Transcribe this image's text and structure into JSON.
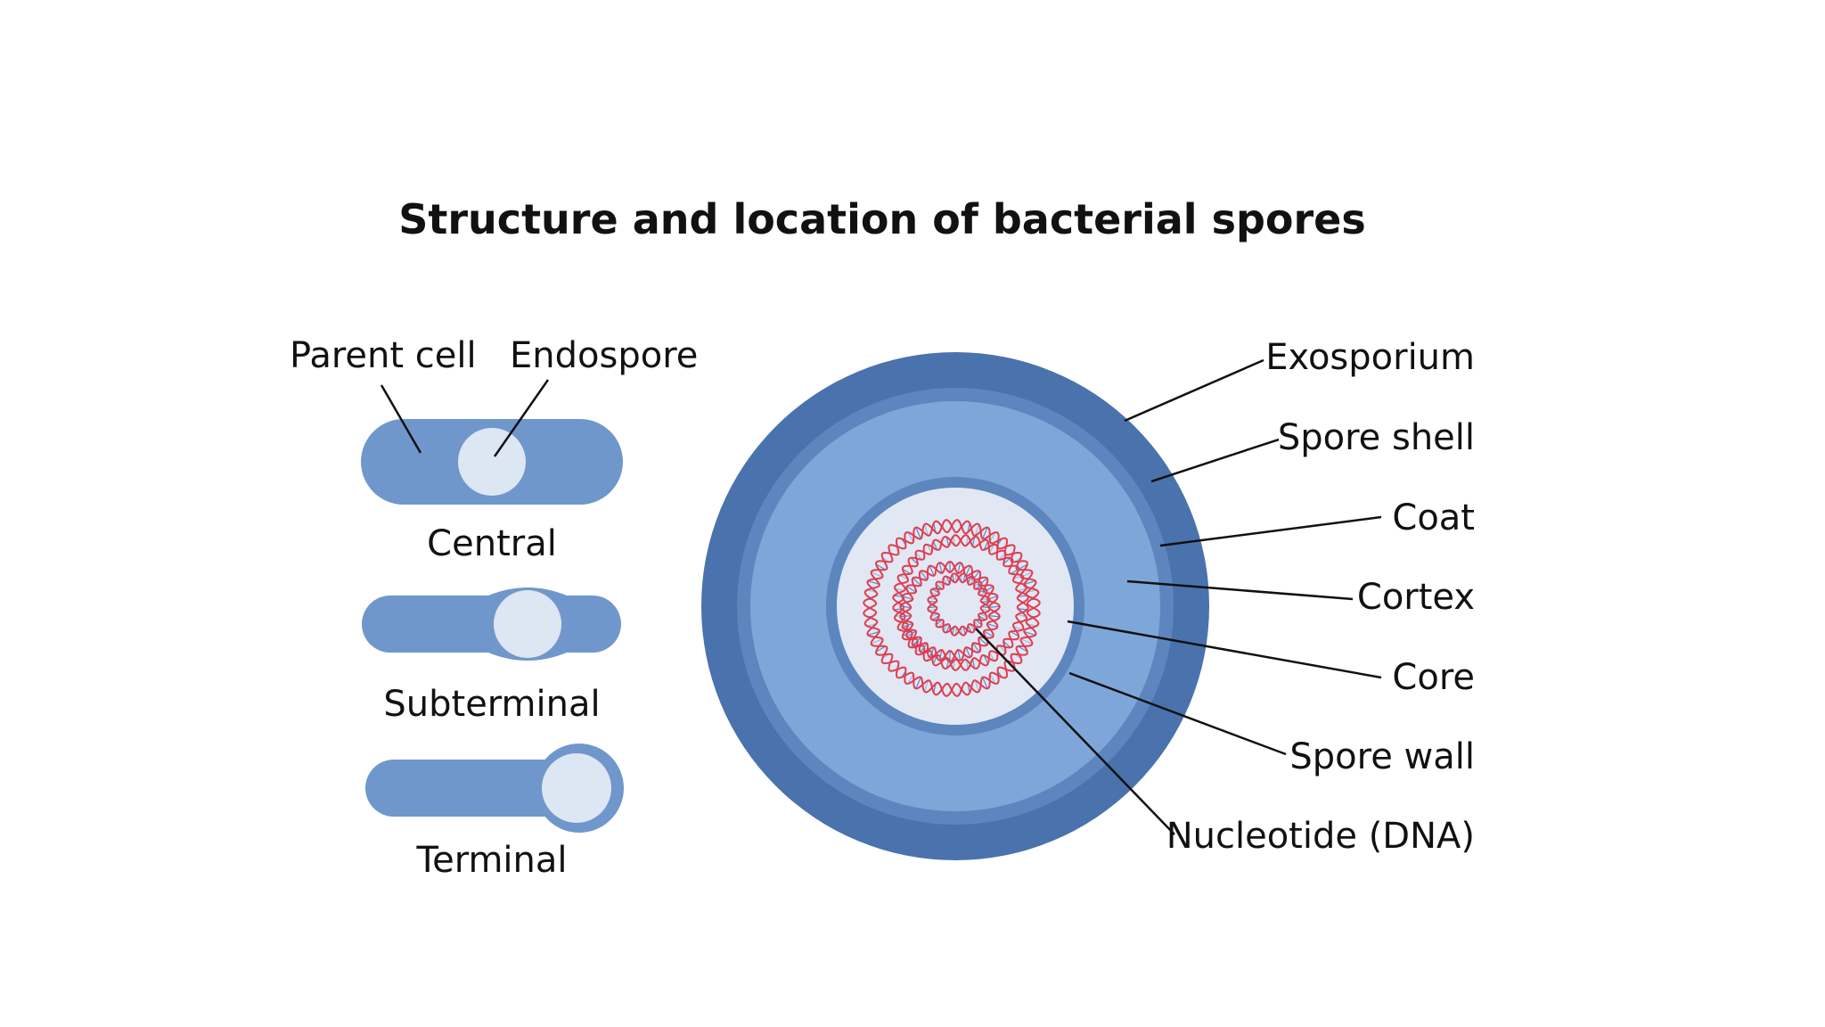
{
  "title": "Structure and location of bacterial spores",
  "left_labels": {
    "parent_cell": "Parent cell",
    "endospore": "Endospore",
    "central": "Central",
    "subterminal": "Subterminal",
    "terminal": "Terminal"
  },
  "right_labels": {
    "exosporium": "Exosporium",
    "spore_shell": "Spore shell",
    "coat": "Coat",
    "cortex": "Cortex",
    "core": "Core",
    "spore_wall": "Spore wall",
    "nucleotide": "Nucleotide (DNA)"
  },
  "colors": {
    "exosporium": "#4a72ad",
    "spore_shell": "#5d86bf",
    "cortex": "#7fa6d8",
    "spore_wall": "#5d86bf",
    "core": "#e1e8f3",
    "cell_body": "#7097cc",
    "endospore": "#dde6f3",
    "dna_red": "#e23c4f",
    "dna_blue": "#4a8fd0"
  }
}
